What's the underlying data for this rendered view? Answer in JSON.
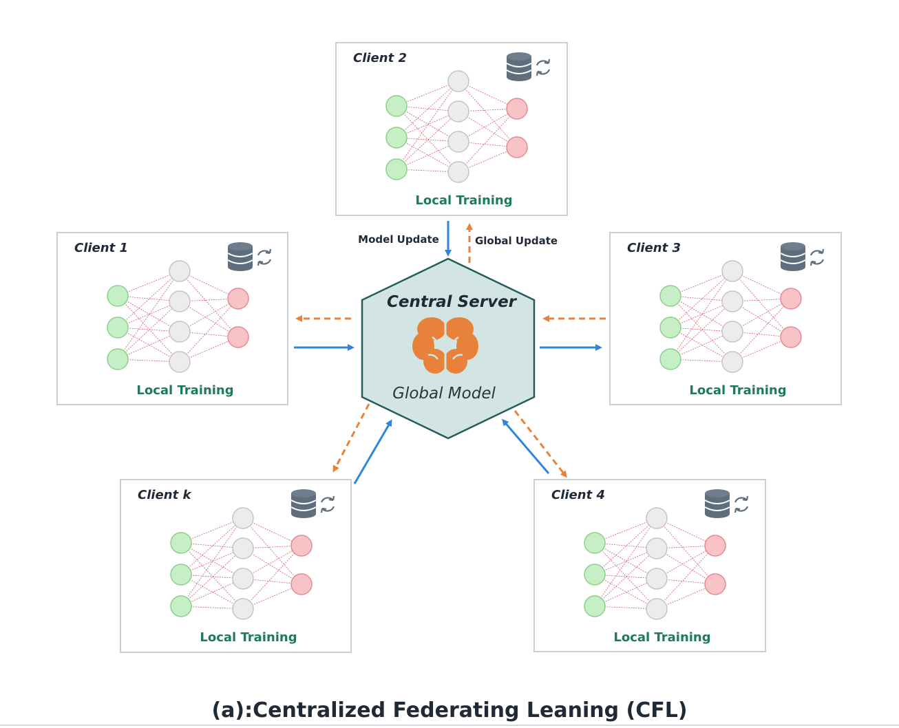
{
  "server": {
    "title": "Central Server",
    "subtitle": "Global Model",
    "icon": "brain-icon",
    "fill_color": "#d3e5e2",
    "stroke_color": "#235c58",
    "brain_color": "#e8823a"
  },
  "clients": [
    {
      "id": "client-2",
      "title": "Client 2",
      "label": "Local Training"
    },
    {
      "id": "client-1",
      "title": "Client 1",
      "label": "Local Training"
    },
    {
      "id": "client-3",
      "title": "Client 3",
      "label": "Local Training"
    },
    {
      "id": "client-k",
      "title": "Client k",
      "label": "Local Training"
    },
    {
      "id": "client-4",
      "title": "Client 4",
      "label": "Local Training"
    }
  ],
  "client_icons": [
    "database-icon",
    "sync-icon"
  ],
  "flows": {
    "model_update": "Model Update",
    "global_update": "Global Update",
    "model_update_color": "#2f86d8",
    "global_update_color": "#e8823a"
  },
  "network": {
    "input": 3,
    "hidden": 4,
    "output": 2
  },
  "caption": "(a):Centralized Federating Leaning (CFL)"
}
